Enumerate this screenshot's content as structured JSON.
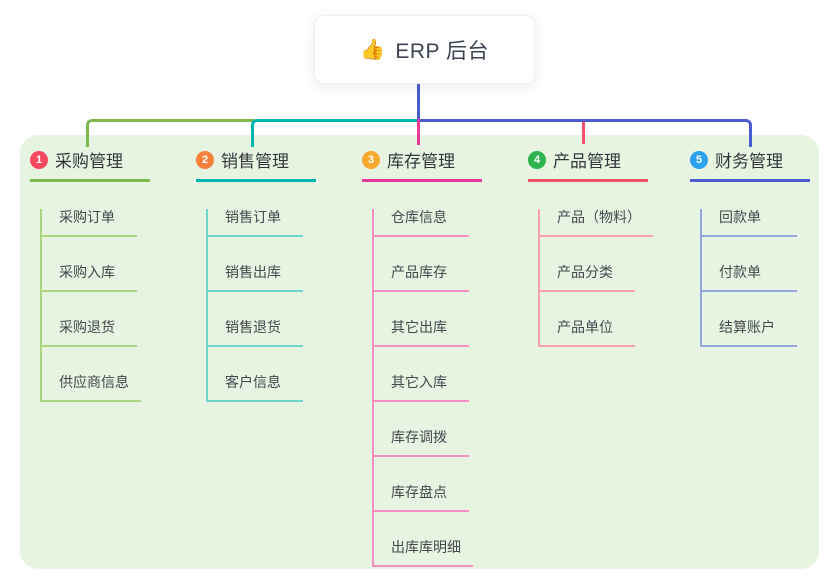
{
  "root": {
    "icon": "👍",
    "label": "ERP 后台"
  },
  "branches": [
    {
      "number": "1",
      "title": "采购管理",
      "line_color": "#7cb94e",
      "sub_line_color": "#abd57f",
      "badge_color": "#f8485e",
      "items": [
        "采购订单",
        "采购入库",
        "采购退货",
        "供应商信息"
      ]
    },
    {
      "number": "2",
      "title": "销售管理",
      "line_color": "#00b7b0",
      "sub_line_color": "#6ed6cd",
      "badge_color": "#f5813c",
      "items": [
        "销售订单",
        "销售出库",
        "销售退货",
        "客户信息"
      ]
    },
    {
      "number": "3",
      "title": "库存管理",
      "line_color": "#e23a96",
      "sub_line_color": "#f48fc0",
      "badge_color": "#f7aa2f",
      "items": [
        "仓库信息",
        "产品库存",
        "其它出库",
        "其它入库",
        "库存调拨",
        "库存盘点",
        "出库库明细"
      ]
    },
    {
      "number": "4",
      "title": "产品管理",
      "line_color": "#f4516c",
      "sub_line_color": "#f8a3ac",
      "badge_color": "#2fb350",
      "items": [
        "产品（物料）",
        "产品分类",
        "产品单位"
      ]
    },
    {
      "number": "5",
      "title": "财务管理",
      "line_color": "#4a5cd0",
      "sub_line_color": "#93a6e2",
      "badge_color": "#2ba2ee",
      "items": [
        "回款单",
        "付款单",
        "结算账户"
      ]
    }
  ],
  "colors": {
    "panel_background": "#e7f4e2",
    "trunk_line": "#4a5cd0",
    "root_text": "#3b4350"
  }
}
